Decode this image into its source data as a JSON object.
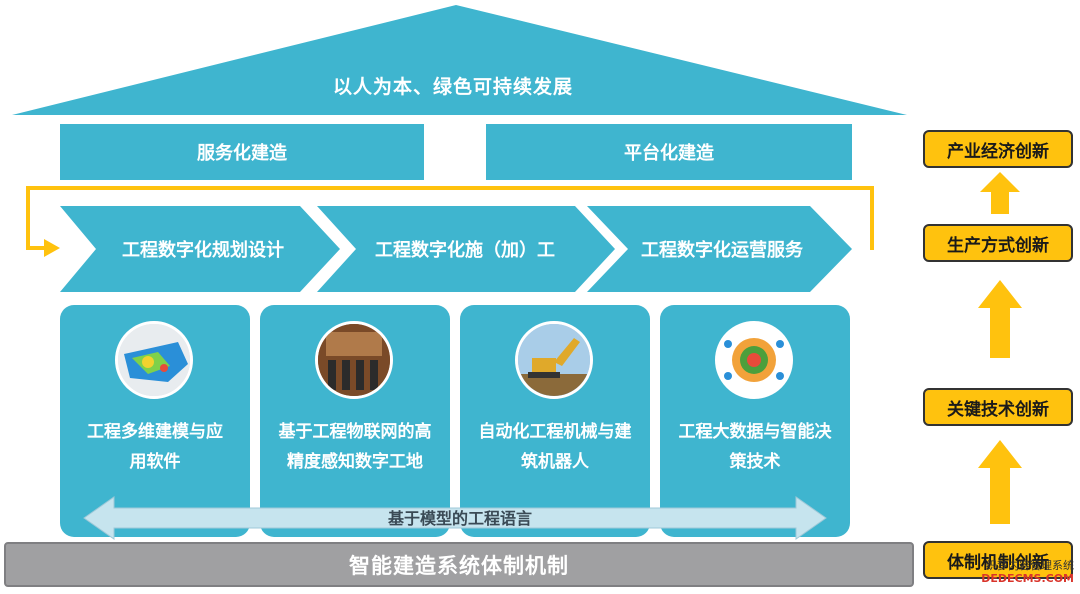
{
  "roof": {
    "label": "以人为本、绿色可持续发展"
  },
  "top_boxes": [
    "服务化建造",
    "平台化建造"
  ],
  "process_steps": [
    "工程数字化规划设计",
    "工程数字化施（加）工",
    "工程数字化运营服务"
  ],
  "cards": [
    {
      "lines": [
        "工程多维建模与应",
        "用软件"
      ]
    },
    {
      "lines": [
        "基于工程物联网的高",
        "精度感知数字工地"
      ]
    },
    {
      "lines": [
        "自动化工程机械与建",
        "筑机器人"
      ]
    },
    {
      "lines": [
        "工程大数据与智能决",
        "策技术"
      ]
    }
  ],
  "bottom_arrow": {
    "label": "基于模型的工程语言"
  },
  "foundation": {
    "label": "智能建造系统体制机制"
  },
  "innovation_stages": [
    "产业经济创新",
    "生产方式创新",
    "关键技术创新",
    "体制机制创新"
  ],
  "watermark": {
    "line1": "织梦内容管理系统",
    "line2": "DEDECMS.COM"
  },
  "colors": {
    "teal": "#3fb5cf",
    "yellow": "#ffc20e",
    "arrow_light": "#c6e4ee",
    "ground": "#a0a0a2"
  }
}
